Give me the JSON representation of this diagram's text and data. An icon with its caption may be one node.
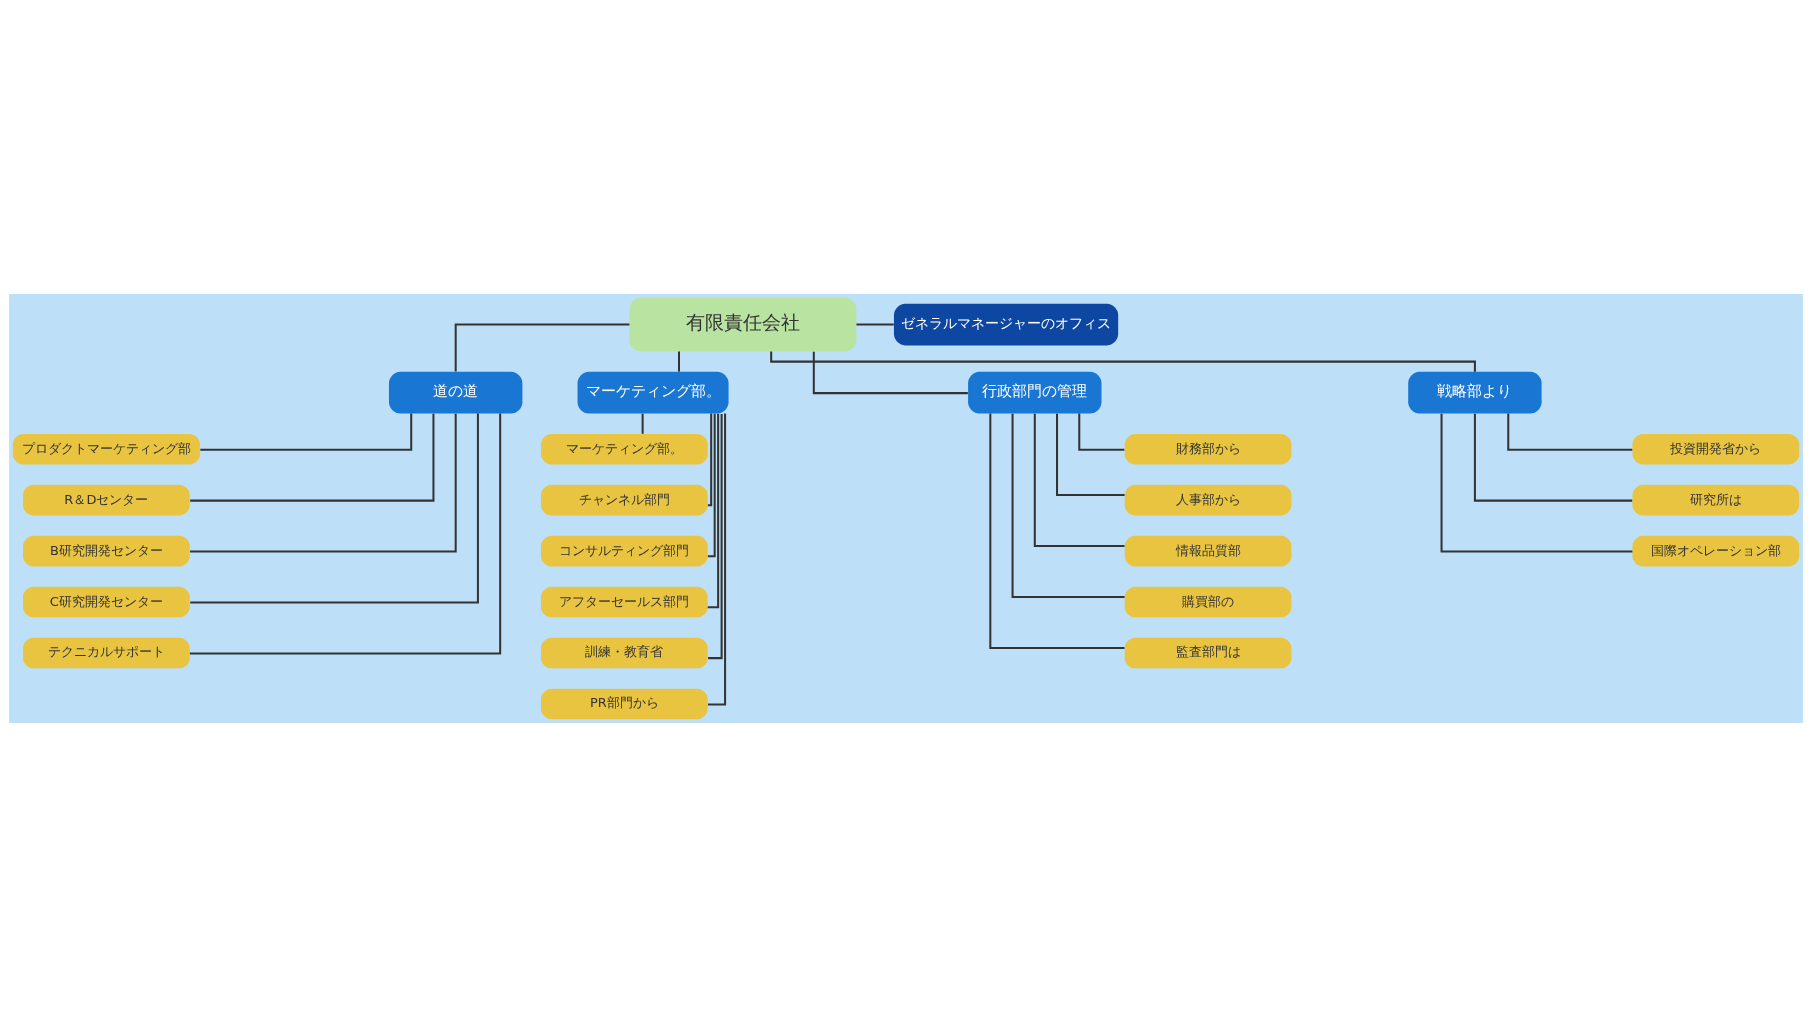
{
  "diagram": {
    "nodes": [
      {
        "text": [
          "有限責任会社"
        ]
      },
      {
        "text": [
          "ゼネラルマネージャーのオフィス"
        ]
      },
      {
        "text": [
          "道の道"
        ]
      },
      {
        "text": [
          "マーケティング部。"
        ]
      },
      {
        "text": [
          "行政部門の管理"
        ]
      },
      {
        "text": [
          "戦略部より"
        ]
      },
      {
        "text": [
          "プロダクトマーケティング部"
        ]
      },
      {
        "text": [
          "R＆Dセンター"
        ]
      },
      {
        "text": [
          "B研究開発センター"
        ]
      },
      {
        "text": [
          "C研究開発センター"
        ]
      },
      {
        "text": [
          "テクニカルサポート"
        ]
      },
      {
        "text": [
          "マーケティング部。"
        ]
      },
      {
        "text": [
          "チャンネル部門"
        ]
      },
      {
        "text": [
          "コンサルティング部門"
        ]
      },
      {
        "text": [
          "アフターセールス部門"
        ]
      },
      {
        "text": [
          "訓練・教育省"
        ]
      },
      {
        "text": [
          "PR部門から"
        ]
      },
      {
        "text": [
          "財務部から"
        ]
      },
      {
        "text": [
          "人事部から"
        ]
      },
      {
        "text": [
          "情報品質部"
        ]
      },
      {
        "text": [
          "購買部の"
        ]
      },
      {
        "text": [
          "監査部門は"
        ]
      },
      {
        "text": [
          "投資開発省から"
        ]
      },
      {
        "text": [
          "研究所は"
        ]
      },
      {
        "text": [
          "国際オペレーション部"
        ]
      }
    ],
    "edges": [
      {
        "from": 0,
        "to": 1,
        "arrow": "none"
      },
      {
        "from": 0,
        "to": 2,
        "arrow": "none"
      },
      {
        "from": 0,
        "to": 3,
        "arrow": "none"
      },
      {
        "from": 0,
        "to": 4,
        "arrow": "none"
      },
      {
        "from": 0,
        "to": 5,
        "arrow": "none"
      },
      {
        "from": 2,
        "to": 6,
        "arrow": "none"
      },
      {
        "from": 2,
        "to": 7,
        "arrow": "none"
      },
      {
        "from": 2,
        "to": 8,
        "arrow": "none"
      },
      {
        "from": 2,
        "to": 9,
        "arrow": "none"
      },
      {
        "from": 2,
        "to": 10,
        "arrow": "none"
      },
      {
        "from": 3,
        "to": 11,
        "arrow": "none"
      },
      {
        "from": 3,
        "to": 12,
        "arrow": "none"
      },
      {
        "from": 3,
        "to": 13,
        "arrow": "none"
      },
      {
        "from": 3,
        "to": 14,
        "arrow": "none"
      },
      {
        "from": 3,
        "to": 15,
        "arrow": "none"
      },
      {
        "from": 3,
        "to": 16,
        "arrow": "none"
      },
      {
        "from": 4,
        "to": 17,
        "arrow": "none"
      },
      {
        "from": 4,
        "to": 18,
        "arrow": "none"
      },
      {
        "from": 4,
        "to": 19,
        "arrow": "none"
      },
      {
        "from": 4,
        "to": 20,
        "arrow": "none"
      },
      {
        "from": 4,
        "to": 21,
        "arrow": "none"
      },
      {
        "from": 5,
        "to": 22,
        "arrow": "none"
      },
      {
        "from": 5,
        "to": 23,
        "arrow": "none"
      },
      {
        "from": 5,
        "to": 24,
        "arrow": "none"
      }
    ]
  }
}
